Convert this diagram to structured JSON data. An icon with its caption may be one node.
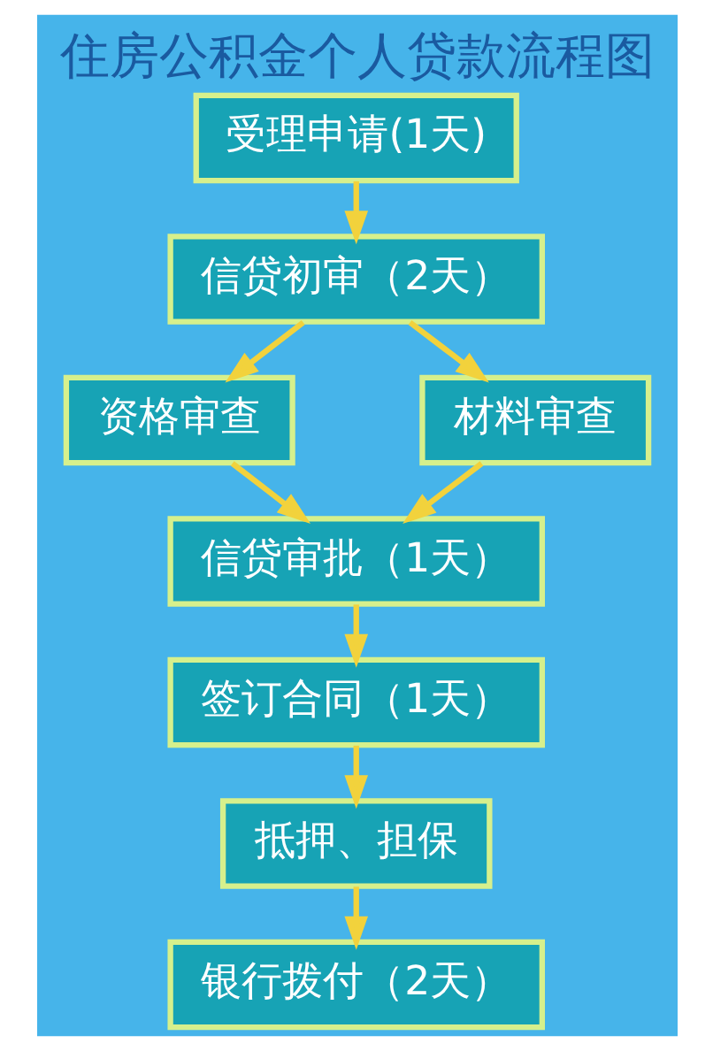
{
  "diagram": {
    "title": "住房公积金个人贷款流程图",
    "nodes": [
      {
        "text": [
          "受理申请(1天)"
        ]
      },
      {
        "text": [
          "信贷初审（2天）"
        ]
      },
      {
        "text": [
          "资格审查"
        ]
      },
      {
        "text": [
          "材料审查"
        ]
      },
      {
        "text": [
          "信贷审批（1天）"
        ]
      },
      {
        "text": [
          "签订合同（1天）"
        ]
      },
      {
        "text": [
          "抵押、担保"
        ]
      },
      {
        "text": [
          "银行拨付（2天）"
        ]
      }
    ],
    "edges": [
      {
        "from": 0,
        "to": 1,
        "arrow": "to"
      },
      {
        "from": 1,
        "to": 2,
        "arrow": "to"
      },
      {
        "from": 1,
        "to": 3,
        "arrow": "to"
      },
      {
        "from": 2,
        "to": 4,
        "arrow": "to"
      },
      {
        "from": 3,
        "to": 4,
        "arrow": "to"
      },
      {
        "from": 4,
        "to": 5,
        "arrow": "to"
      },
      {
        "from": 5,
        "to": 6,
        "arrow": "to"
      },
      {
        "from": 6,
        "to": 7,
        "arrow": "to"
      }
    ]
  }
}
